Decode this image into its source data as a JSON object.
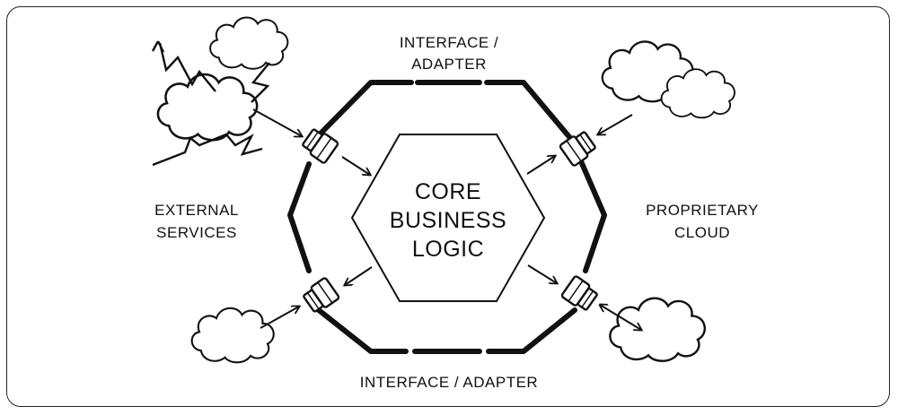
{
  "diagram": {
    "core_label": [
      "CORE",
      "BUSINESS",
      "LOGIC"
    ],
    "top_adapter_label": [
      "INTERFACE /",
      "ADAPTER"
    ],
    "bottom_adapter_label": "INTERFACE / ADAPTER",
    "left_group_label": [
      "EXTERNAL",
      "SERVICES"
    ],
    "right_group_label": [
      "PROPRIETARY",
      "CLOUD"
    ]
  },
  "colors": {
    "stroke": "#111111",
    "background": "#ffffff"
  },
  "icons": [
    "cloud-icon",
    "lightning-icon",
    "adapter-plug-icon",
    "arrow-icon"
  ]
}
